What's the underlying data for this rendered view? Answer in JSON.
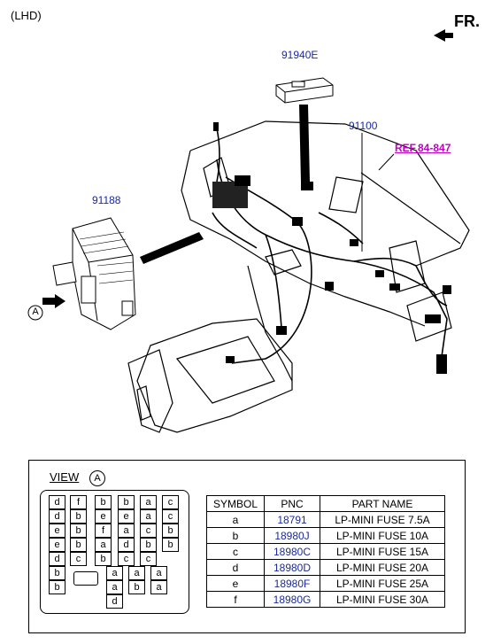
{
  "header": {
    "variant": "(LHD)",
    "direction": "FR."
  },
  "parts": {
    "module_top": "91940E",
    "harness": "91100",
    "junction_box": "91188",
    "reference": "REF.84-847"
  },
  "view": {
    "label": "VIEW",
    "marker": "A"
  },
  "fuse_grid": {
    "rows": [
      [
        "d",
        "f",
        "b",
        "b",
        "a",
        "c"
      ],
      [
        "d",
        "b",
        "e",
        "e",
        "a",
        "c"
      ],
      [
        "e",
        "b",
        "f",
        "a",
        "c",
        "b"
      ],
      [
        "e",
        "b",
        "a",
        "d",
        "b",
        "b"
      ],
      [
        "d",
        "c",
        "b",
        "c",
        "c"
      ],
      [
        "b",
        "a",
        "a",
        "a"
      ],
      [
        "b",
        "a",
        "b",
        "a"
      ],
      [
        "d"
      ]
    ]
  },
  "legend": {
    "headers": [
      "SYMBOL",
      "PNC",
      "PART NAME"
    ],
    "rows": [
      {
        "symbol": "a",
        "pnc": "18791",
        "name": "LP-MINI FUSE 7.5A"
      },
      {
        "symbol": "b",
        "pnc": "18980J",
        "name": "LP-MINI FUSE 10A"
      },
      {
        "symbol": "c",
        "pnc": "18980C",
        "name": "LP-MINI FUSE 15A"
      },
      {
        "symbol": "d",
        "pnc": "18980D",
        "name": "LP-MINI FUSE 20A"
      },
      {
        "symbol": "e",
        "pnc": "18980F",
        "name": "LP-MINI FUSE 25A"
      },
      {
        "symbol": "f",
        "pnc": "18980G",
        "name": "LP-MINI FUSE 30A"
      }
    ]
  }
}
